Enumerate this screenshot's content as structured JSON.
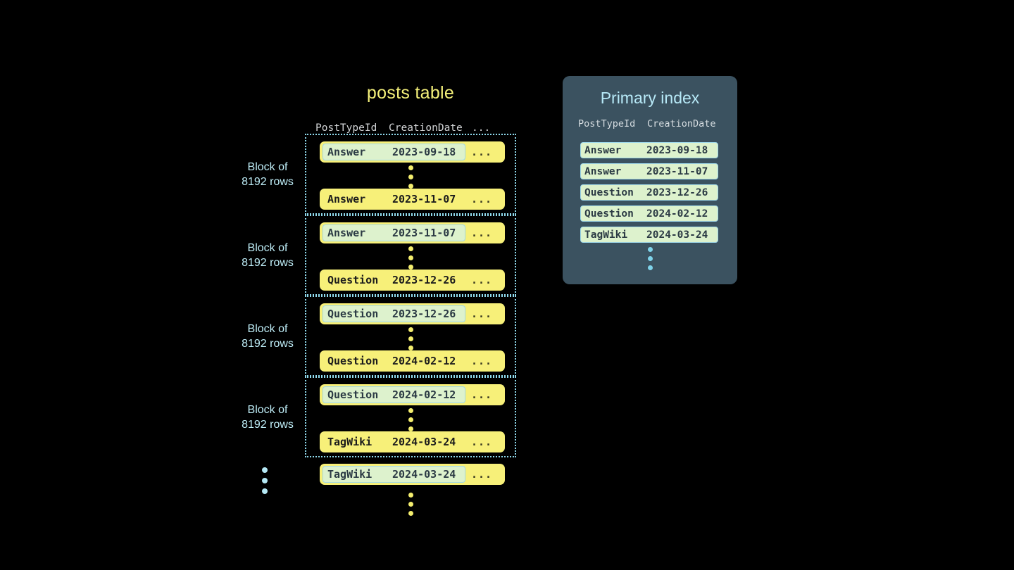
{
  "background_color": "#000000",
  "palette": {
    "row_yellow": "#f7f079",
    "highlight_green": "#ddf2cd",
    "highlight_border": "#9fd8ea",
    "accent_blue": "#b7e9f7",
    "panel_slate": "#3b5260",
    "title_yellow": "#f5f17a",
    "header_gray": "#d2d4d6",
    "dot_yellow": "#f4ee6e",
    "dot_blue": "#b5e8f5"
  },
  "posts_table": {
    "title": "posts table",
    "columns": [
      "PostTypeId",
      "CreationDate",
      "..."
    ],
    "ellipsis_cell": "...",
    "block_label_line1": "Block of",
    "block_label_line2": "8192 rows",
    "blocks": [
      {
        "label_line1": "Block of",
        "label_line2": "8192 rows",
        "first_row": {
          "post_type_id": "Answer",
          "creation_date": "2023-09-18",
          "more": "...",
          "highlighted": true
        },
        "last_row": {
          "post_type_id": "Answer",
          "creation_date": "2023-11-07",
          "more": "...",
          "highlighted": false
        }
      },
      {
        "label_line1": "Block of",
        "label_line2": "8192 rows",
        "first_row": {
          "post_type_id": "Answer",
          "creation_date": "2023-11-07",
          "more": "...",
          "highlighted": true
        },
        "last_row": {
          "post_type_id": "Question",
          "creation_date": "2023-12-26",
          "more": "...",
          "highlighted": false
        }
      },
      {
        "label_line1": "Block of",
        "label_line2": "8192 rows",
        "first_row": {
          "post_type_id": "Question",
          "creation_date": "2023-12-26",
          "more": "...",
          "highlighted": true
        },
        "last_row": {
          "post_type_id": "Question",
          "creation_date": "2024-02-12",
          "more": "...",
          "highlighted": false
        }
      },
      {
        "label_line1": "Block of",
        "label_line2": "8192 rows",
        "first_row": {
          "post_type_id": "Question",
          "creation_date": "2024-02-12",
          "more": "...",
          "highlighted": true
        },
        "last_row": {
          "post_type_id": "TagWiki",
          "creation_date": "2024-03-24",
          "more": "...",
          "highlighted": false
        }
      }
    ],
    "trailing_row": {
      "post_type_id": "TagWiki",
      "creation_date": "2024-03-24",
      "more": "...",
      "highlighted": true
    }
  },
  "primary_index": {
    "title": "Primary index",
    "columns": [
      "PostTypeId",
      "CreationDate"
    ],
    "rows": [
      {
        "post_type_id": "Answer",
        "creation_date": "2023-09-18"
      },
      {
        "post_type_id": "Answer",
        "creation_date": "2023-11-07"
      },
      {
        "post_type_id": "Question",
        "creation_date": "2023-12-26"
      },
      {
        "post_type_id": "Question",
        "creation_date": "2024-02-12"
      },
      {
        "post_type_id": "TagWiki",
        "creation_date": "2024-03-24"
      }
    ]
  }
}
